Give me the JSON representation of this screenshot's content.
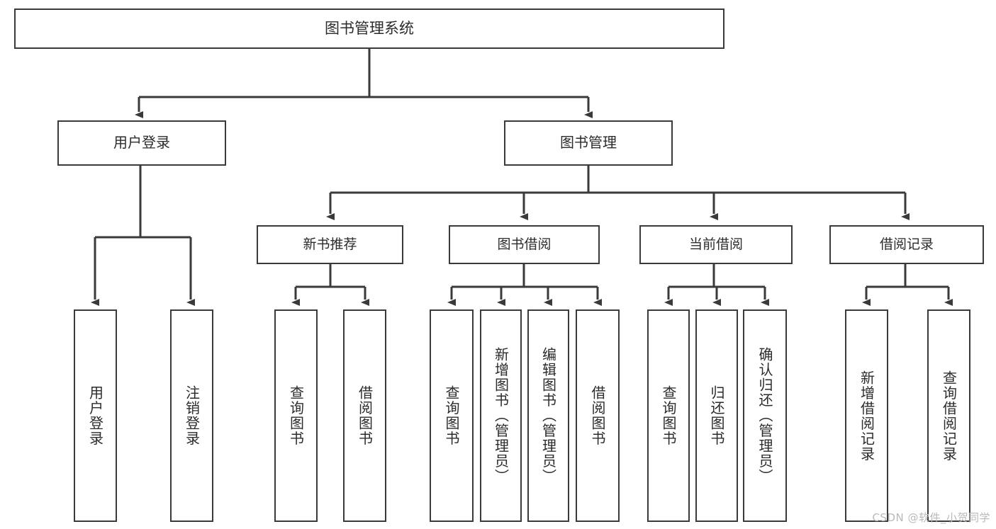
{
  "diagram": {
    "title": "图书管理系统",
    "watermark": "CSDN @软件_小贺同学",
    "edge_color": "#3a3a3a",
    "box_border_color": "#3a3a3a",
    "text_color": "#2b2b2b",
    "background": "#ffffff",
    "nodes": {
      "root": {
        "label": "图书管理系统"
      },
      "level2": [
        {
          "label": "用户登录"
        },
        {
          "label": "图书管理"
        }
      ],
      "level3": [
        {
          "label": "新书推荐"
        },
        {
          "label": "图书借阅"
        },
        {
          "label": "当前借阅"
        },
        {
          "label": "借阅记录"
        }
      ],
      "leaves": {
        "user_login": [
          {
            "label": "用户登录"
          },
          {
            "label": "注销登录"
          }
        ],
        "new_book_rec": [
          {
            "label": "查询图书"
          },
          {
            "label": "借阅图书"
          }
        ],
        "book_borrow": [
          {
            "label": "查询图书"
          },
          {
            "label": "新增图书（管理员）"
          },
          {
            "label": "编辑图书（管理员）"
          },
          {
            "label": "借阅图书"
          }
        ],
        "current_borrow": [
          {
            "label": "查询图书"
          },
          {
            "label": "归还图书"
          },
          {
            "label": "确认归还（管理员）"
          }
        ],
        "borrow_record": [
          {
            "label": "新增借阅记录"
          },
          {
            "label": "查询借阅记录"
          }
        ]
      }
    }
  }
}
